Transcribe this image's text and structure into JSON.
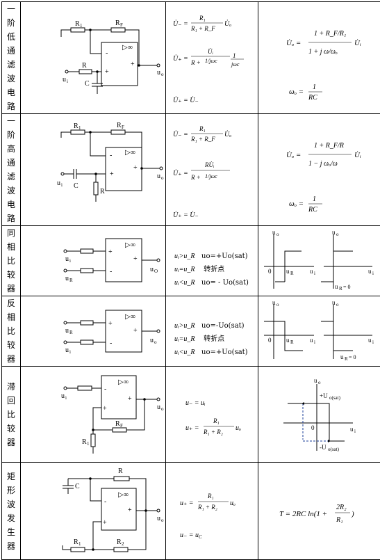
{
  "rows": [
    {
      "name": [
        "一",
        "阶",
        "低",
        "通",
        "滤",
        "波",
        "电",
        "路"
      ],
      "labels": {
        "r1": "R",
        "r1_sub": "1",
        "rf": "R",
        "rf_sub": "F",
        "r": "R",
        "c": "C",
        "ui": "u",
        "ui_sub": "i",
        "uo": "u",
        "uo_sub": "o",
        "amp": "▷∞"
      },
      "formulas": [
        "U̇− = R₁/(R₁ + R_F) · U̇o",
        "U̇+ = U̇i/(R + 1/(jωc)) · 1/(jωc)",
        "U̇+ = U̇−"
      ],
      "result": [
        "U̇o = (1 + R_F/R₁)/(1 + j ω/ωo) · U̇i",
        "ωo = 1/(RC)"
      ]
    },
    {
      "name": [
        "一",
        "阶",
        "高",
        "通",
        "滤",
        "波",
        "电",
        "路"
      ],
      "labels": {
        "r1": "R",
        "r1_sub": "1",
        "rf": "R",
        "rf_sub": "F",
        "r": "R",
        "c": "C",
        "ui": "u",
        "ui_sub": "i",
        "uo": "u",
        "uo_sub": "o",
        "amp": "▷∞"
      },
      "formulas": [
        "U̇− = R₁/(R₁ + R_F) · U̇o",
        "U̇+ = RU̇i/(R + 1/(jωc))",
        "U̇+ = U̇−"
      ],
      "result": [
        "U̇o = (1 + R_F/R)/(1 − j ωo/ω) · U̇i",
        "ωo = 1/(RC)"
      ]
    },
    {
      "name": [
        "同",
        "相",
        "比",
        "较",
        "器"
      ],
      "labels": {
        "ui": "u",
        "ui_sub": "i",
        "ur": "u",
        "ur_sub": "R",
        "uo": "u",
        "uo_sub": "O",
        "amp": "▷∞"
      },
      "formulas": [
        {
          "cond": "uᵢ>u_R",
          "out": "uo=+Uo(sat)"
        },
        {
          "cond": "uᵢ=u_R",
          "out": "转折点"
        },
        {
          "cond": "uᵢ<u_R",
          "out": "uo= - Uo(sat)"
        }
      ],
      "graph": {
        "uo": "u",
        "uo_sub": "o",
        "ui": "u",
        "ui_sub": "i",
        "zero": "0",
        "ur": "u",
        "ur_sub": "R",
        "ur0": "u",
        "ur0_sub": "R",
        "ur0_tail": "= 0"
      }
    },
    {
      "name": [
        "反",
        "相",
        "比",
        "较",
        "器"
      ],
      "labels": {
        "ui": "u",
        "ui_sub": "i",
        "ur": "u",
        "ur_sub": "R",
        "uo": "u",
        "uo_sub": "o",
        "amp": "▷∞"
      },
      "formulas": [
        {
          "cond": "uᵢ>u_R",
          "out": "uo=-Uo(sat)"
        },
        {
          "cond": "uᵢ=u_R",
          "out": "转折点"
        },
        {
          "cond": "uᵢ<u_R",
          "out": "uo=+Uo(sat)"
        }
      ],
      "graph": {
        "uo": "u",
        "uo_sub": "o",
        "ui": "u",
        "ui_sub": "i",
        "zero": "0",
        "ur": "u",
        "ur_sub": "R",
        "ur0": "u",
        "ur0_sub": "R",
        "ur0_tail": "= 0"
      }
    },
    {
      "name": [
        "滞",
        "回",
        "比",
        "较",
        "器"
      ],
      "labels": {
        "ui": "u",
        "ui_sub": "i",
        "uo": "u",
        "uo_sub": "o",
        "rf": "R",
        "rf_sub": "F",
        "r1": "R",
        "r1_sub": "1",
        "amp": "▷∞"
      },
      "formulas": [
        "u− = uᵢ",
        "u+ = R₁/(R₁ + R₂) · uₒ"
      ],
      "graph": {
        "uo": "u",
        "uo_sub": "o",
        "ui": "u",
        "ui_sub": "i",
        "zero": "0",
        "pos": "+U",
        "pos_sub": "o(sat)",
        "neg": "-U",
        "neg_sub": "o(sat)"
      }
    },
    {
      "name": [
        "矩",
        "形",
        "波",
        "发",
        "生",
        "器"
      ],
      "labels": {
        "r": "R",
        "c": "C",
        "uo": "u",
        "uo_sub": "o",
        "r1": "R",
        "r1_sub": "1",
        "r2": "R",
        "r2_sub": "2",
        "amp": "▷∞"
      },
      "formulas": [
        "u+ = R₁/(R₁ + R₂) · uₒ",
        "u− = u_C"
      ],
      "result": [
        "T = 2RC ln(1 + 2R₂/R₁)"
      ]
    }
  ]
}
